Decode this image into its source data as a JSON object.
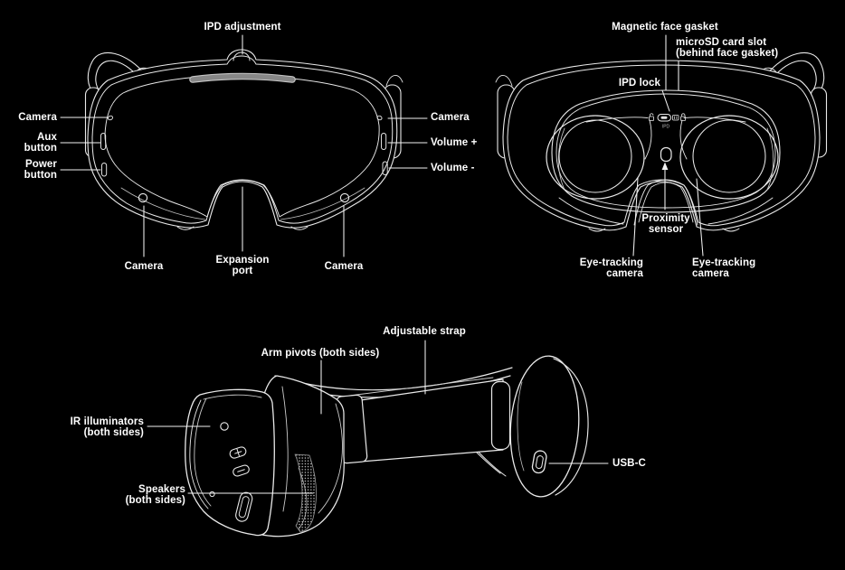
{
  "colors": {
    "background": "#000000",
    "line": "#e9e9e9",
    "label_text": "#ffffff",
    "vent_strip_fill": "#878787",
    "vent_strip_edge": "#c6c6c6"
  },
  "views": {
    "front": {
      "labels": {
        "ipd_adjustment": "IPD adjustment",
        "camera_left": "Camera",
        "aux_button": [
          "Aux",
          "button"
        ],
        "power_button": [
          "Power",
          "button"
        ],
        "camera_bottom_left": "Camera",
        "expansion_port": [
          "Expansion",
          "port"
        ],
        "camera_bottom_right": "Camera",
        "camera_right": "Camera",
        "volume_up": "Volume +",
        "volume_down": "Volume -"
      }
    },
    "rear": {
      "labels": {
        "magnetic_face_gasket": "Magnetic face gasket",
        "microsd_card_slot": [
          "microSD card slot",
          "(behind face gasket)"
        ],
        "ipd_lock": "IPD lock",
        "ipd_marking": "IPD",
        "proximity_sensor": [
          "Proximity",
          "sensor"
        ],
        "eye_tracking_left": [
          "Eye-tracking",
          "camera"
        ],
        "eye_tracking_right": [
          "Eye-tracking",
          "camera"
        ]
      }
    },
    "side": {
      "labels": {
        "adjustable_strap": "Adjustable strap",
        "arm_pivots": "Arm pivots (both sides)",
        "ir_illuminators": [
          "IR illuminators",
          "(both sides)"
        ],
        "speakers": [
          "Speakers",
          "(both sides)"
        ],
        "usb_c": "USB-C"
      },
      "button_glyphs": {
        "plus": "+",
        "minus": "−"
      }
    }
  }
}
